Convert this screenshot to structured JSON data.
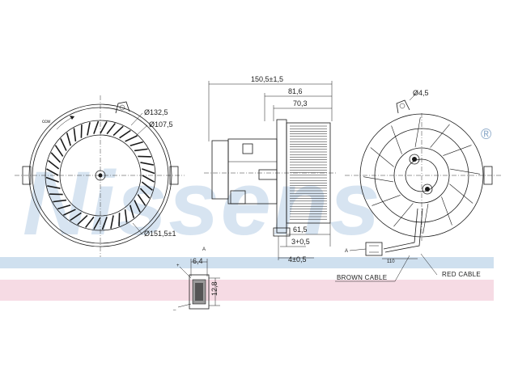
{
  "watermark": {
    "brand": "Nissens",
    "registered_mark": "®",
    "band_blue": "#cfe0ef",
    "band_pink": "#f6dbe4",
    "text_color": "#b8cfe6"
  },
  "left_view": {
    "rotation": "ccw",
    "dims": {
      "d1": "Ø132,5",
      "d2": "Ø107,5",
      "d3": "Ø151,5±1"
    }
  },
  "side_view": {
    "dims": {
      "overall": "150,5±1,5",
      "a": "81,6",
      "b": "70,3",
      "c": "61,5",
      "d": "3+0,5",
      "e": "4±0,5"
    }
  },
  "right_view": {
    "dims": {
      "hole": "Ø4,5",
      "cable_len": "110"
    },
    "labels": {
      "red_cable": "RED CABLE",
      "brown_cable": "BROWN CABLE"
    },
    "connector_tag": "A"
  },
  "connector_detail": {
    "tag": "A",
    "dims": {
      "width": "6,4",
      "height": "12,8"
    },
    "plus": "+",
    "minus": "_"
  }
}
